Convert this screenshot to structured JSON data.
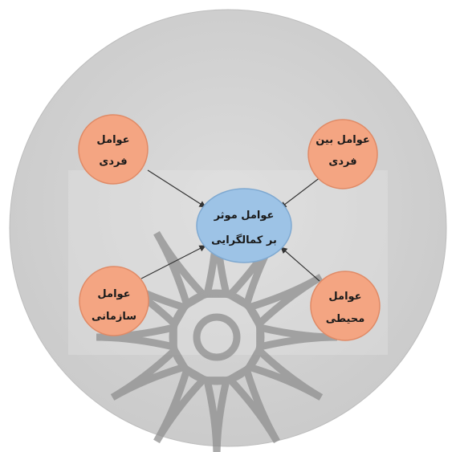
{
  "diagram": {
    "center": {
      "line1": "عوامل موثر",
      "line2": "بر کمالگرایی"
    },
    "nodes": {
      "top_left": {
        "line1": "عوامل",
        "line2": "فردی"
      },
      "top_right": {
        "line1": "عوامل بین",
        "line2": "فردی"
      },
      "bottom_left": {
        "line1": "عوامل",
        "line2": "سازمانی"
      },
      "bottom_right": {
        "line1": "عوامل",
        "line2": "محیطی"
      }
    }
  },
  "colors": {
    "background_circle": "#d3d3d3",
    "outer_node_fill": "#f4a582",
    "outer_node_stroke": "#e08a66",
    "center_node_fill": "#9dc3e6",
    "center_node_stroke": "#7fa9d1",
    "arrow": "#333333",
    "watermark": "#9a9a9a"
  }
}
